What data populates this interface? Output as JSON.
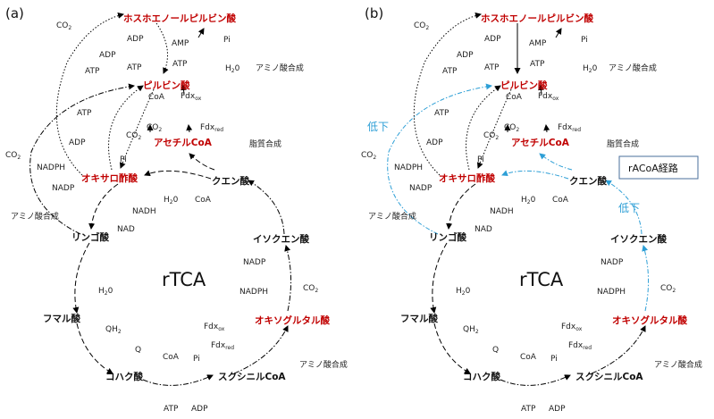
{
  "panels": [
    {
      "id": "a",
      "label": "(a)",
      "cycle_label": "rTCA",
      "red_metabolites": {
        "pep": "ホスホエノールピルビン酸",
        "pyruvate": "ピルビン酸",
        "acetylcoa": "アセチルCoA",
        "oxaloacetate": "オキサロ酢酸",
        "oxoglutarate": "オキソグルタル酸"
      },
      "metabolites": {
        "citrate": "クエン酸",
        "isocitrate": "イソクエン酸",
        "malate": "リンゴ酸",
        "fumarate": "フマル酸",
        "succinate": "コハク酸",
        "succinylcoa": "スクシニルCoA"
      },
      "labels": {
        "co2_1": "CO",
        "co2_1_sub": "2",
        "adp_1": "ADP",
        "amp": "AMP",
        "pi_1": "Pi",
        "adp_2": "ADP",
        "atp_1": "ATP",
        "atp_2": "ATP",
        "atp_3": "ATP",
        "h2o_1": "H",
        "h2o_1_sub": "2",
        "h2o_1_end": "0",
        "amino_1": "アミノ酸合成",
        "coa_1": "CoA",
        "fdx_ox_1": "Fdx",
        "fdx_ox_1_sub": "ox",
        "atp_4": "ATP",
        "co2_2": "CO",
        "co2_2_sub": "2",
        "fdx_red_1": "Fdx",
        "fdx_red_1_sub": "red",
        "co2_3": "CO",
        "co2_3_sub": "2",
        "adp_3": "ADP",
        "fatty": "脂質合成",
        "nadph_1": "NADPH",
        "pi_2": "Pi",
        "nadp_1": "NADP",
        "h2o_2": "H",
        "h2o_2_sub": "2",
        "h2o_2_end": "0",
        "coa_2": "CoA",
        "nadh": "NADH",
        "amino_2": "アミノ酸合成",
        "nad": "NAD",
        "nadp_2": "NADP",
        "nadph_2": "NADPH",
        "co2_4": "CO",
        "co2_4_sub": "2",
        "h2o_3": "H",
        "h2o_3_sub": "2",
        "h2o_3_end": "0",
        "qh2": "QH",
        "qh2_sub": "2",
        "fdx_ox_2": "Fdx",
        "fdx_ox_2_sub": "ox",
        "q": "Q",
        "fdx_red_2": "Fdx",
        "fdx_red_2_sub": "red",
        "coa_3": "CoA",
        "pi_3": "Pi",
        "amino_3": "アミノ酸合成",
        "atp_5": "ATP",
        "adp_4": "ADP"
      }
    },
    {
      "id": "b",
      "label": "(b)",
      "cycle_label": "rTCA",
      "red_metabolites": {
        "pep": "ホスホエノールピルビン酸",
        "pyruvate": "ピルビン酸",
        "acetylcoa": "アセチルCoA",
        "oxaloacetate": "オキサロ酢酸",
        "oxoglutarate": "オキソグルタル酸"
      },
      "metabolites": {
        "citrate": "クエン酸",
        "isocitrate": "イソクエン酸",
        "malate": "リンゴ酸",
        "fumarate": "フマル酸",
        "succinate": "コハク酸",
        "succinylcoa": "スクシニルCoA"
      },
      "labels": {
        "co2_1": "CO",
        "co2_1_sub": "2",
        "adp_1": "ADP",
        "amp": "AMP",
        "pi_1": "Pi",
        "adp_2": "ADP",
        "atp_1": "ATP",
        "atp_2": "ATP",
        "atp_3": "ATP",
        "h2o_1": "H",
        "h2o_1_sub": "2",
        "h2o_1_end": "0",
        "amino_1": "アミノ酸合成",
        "coa_1": "CoA",
        "fdx_ox_1": "Fdx",
        "fdx_ox_1_sub": "ox",
        "atp_4": "ATP",
        "co2_2": "CO",
        "co2_2_sub": "2",
        "fdx_red_1": "Fdx",
        "fdx_red_1_sub": "red",
        "co2_3": "CO",
        "co2_3_sub": "2",
        "adp_3": "ADP",
        "fatty": "脂質合成",
        "nadph_1": "NADPH",
        "pi_2": "Pi",
        "nadp_1": "NADP",
        "h2o_2": "H",
        "h2o_2_sub": "2",
        "h2o_2_end": "0",
        "coa_2": "CoA",
        "nadh": "NADH",
        "amino_2": "アミノ酸合成",
        "nad": "NAD",
        "nadp_2": "NADP",
        "nadph_2": "NADPH",
        "co2_4": "CO",
        "co2_4_sub": "2",
        "h2o_3": "H",
        "h2o_3_sub": "2",
        "h2o_3_end": "0",
        "qh2": "QH",
        "qh2_sub": "2",
        "fdx_ox_2": "Fdx",
        "fdx_ox_2_sub": "ox",
        "q": "Q",
        "fdx_red_2": "Fdx",
        "fdx_red_2_sub": "red",
        "coa_3": "CoA",
        "pi_3": "Pi",
        "amino_3": "アミノ酸合成",
        "atp_5": "ATP",
        "adp_4": "ADP"
      },
      "decrease_1": "低下",
      "decrease_2": "低下",
      "racoa_box": "rACoA経路"
    }
  ]
}
